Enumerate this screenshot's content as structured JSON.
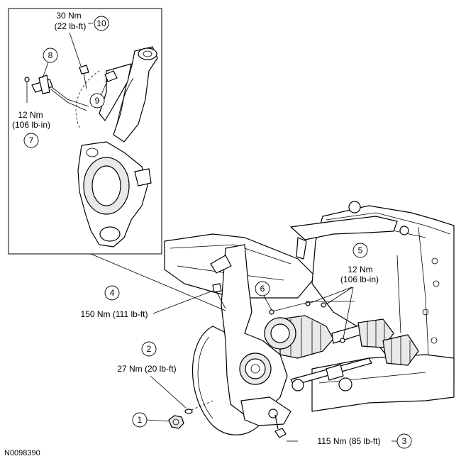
{
  "figure_id": "N0098390",
  "callouts": {
    "c1": {
      "number": "1"
    },
    "c2": {
      "number": "2",
      "torque": "27 Nm (20 lb-ft)"
    },
    "c3": {
      "number": "3",
      "torque": "115 Nm (85 lb-ft)"
    },
    "c4": {
      "number": "4",
      "torque": "150 Nm (111 lb-ft)"
    },
    "c5": {
      "number": "5",
      "torque_line1": "12 Nm",
      "torque_line2": "(106 lb-in)"
    },
    "c6": {
      "number": "6"
    },
    "c7": {
      "number": "7",
      "torque_line1": "12 Nm",
      "torque_line2": "(106 lb-in)"
    },
    "c8": {
      "number": "8"
    },
    "c9": {
      "number": "9"
    },
    "c10": {
      "number": "10",
      "torque_line1": "30 Nm",
      "torque_line2": "(22 lb-ft)"
    }
  }
}
